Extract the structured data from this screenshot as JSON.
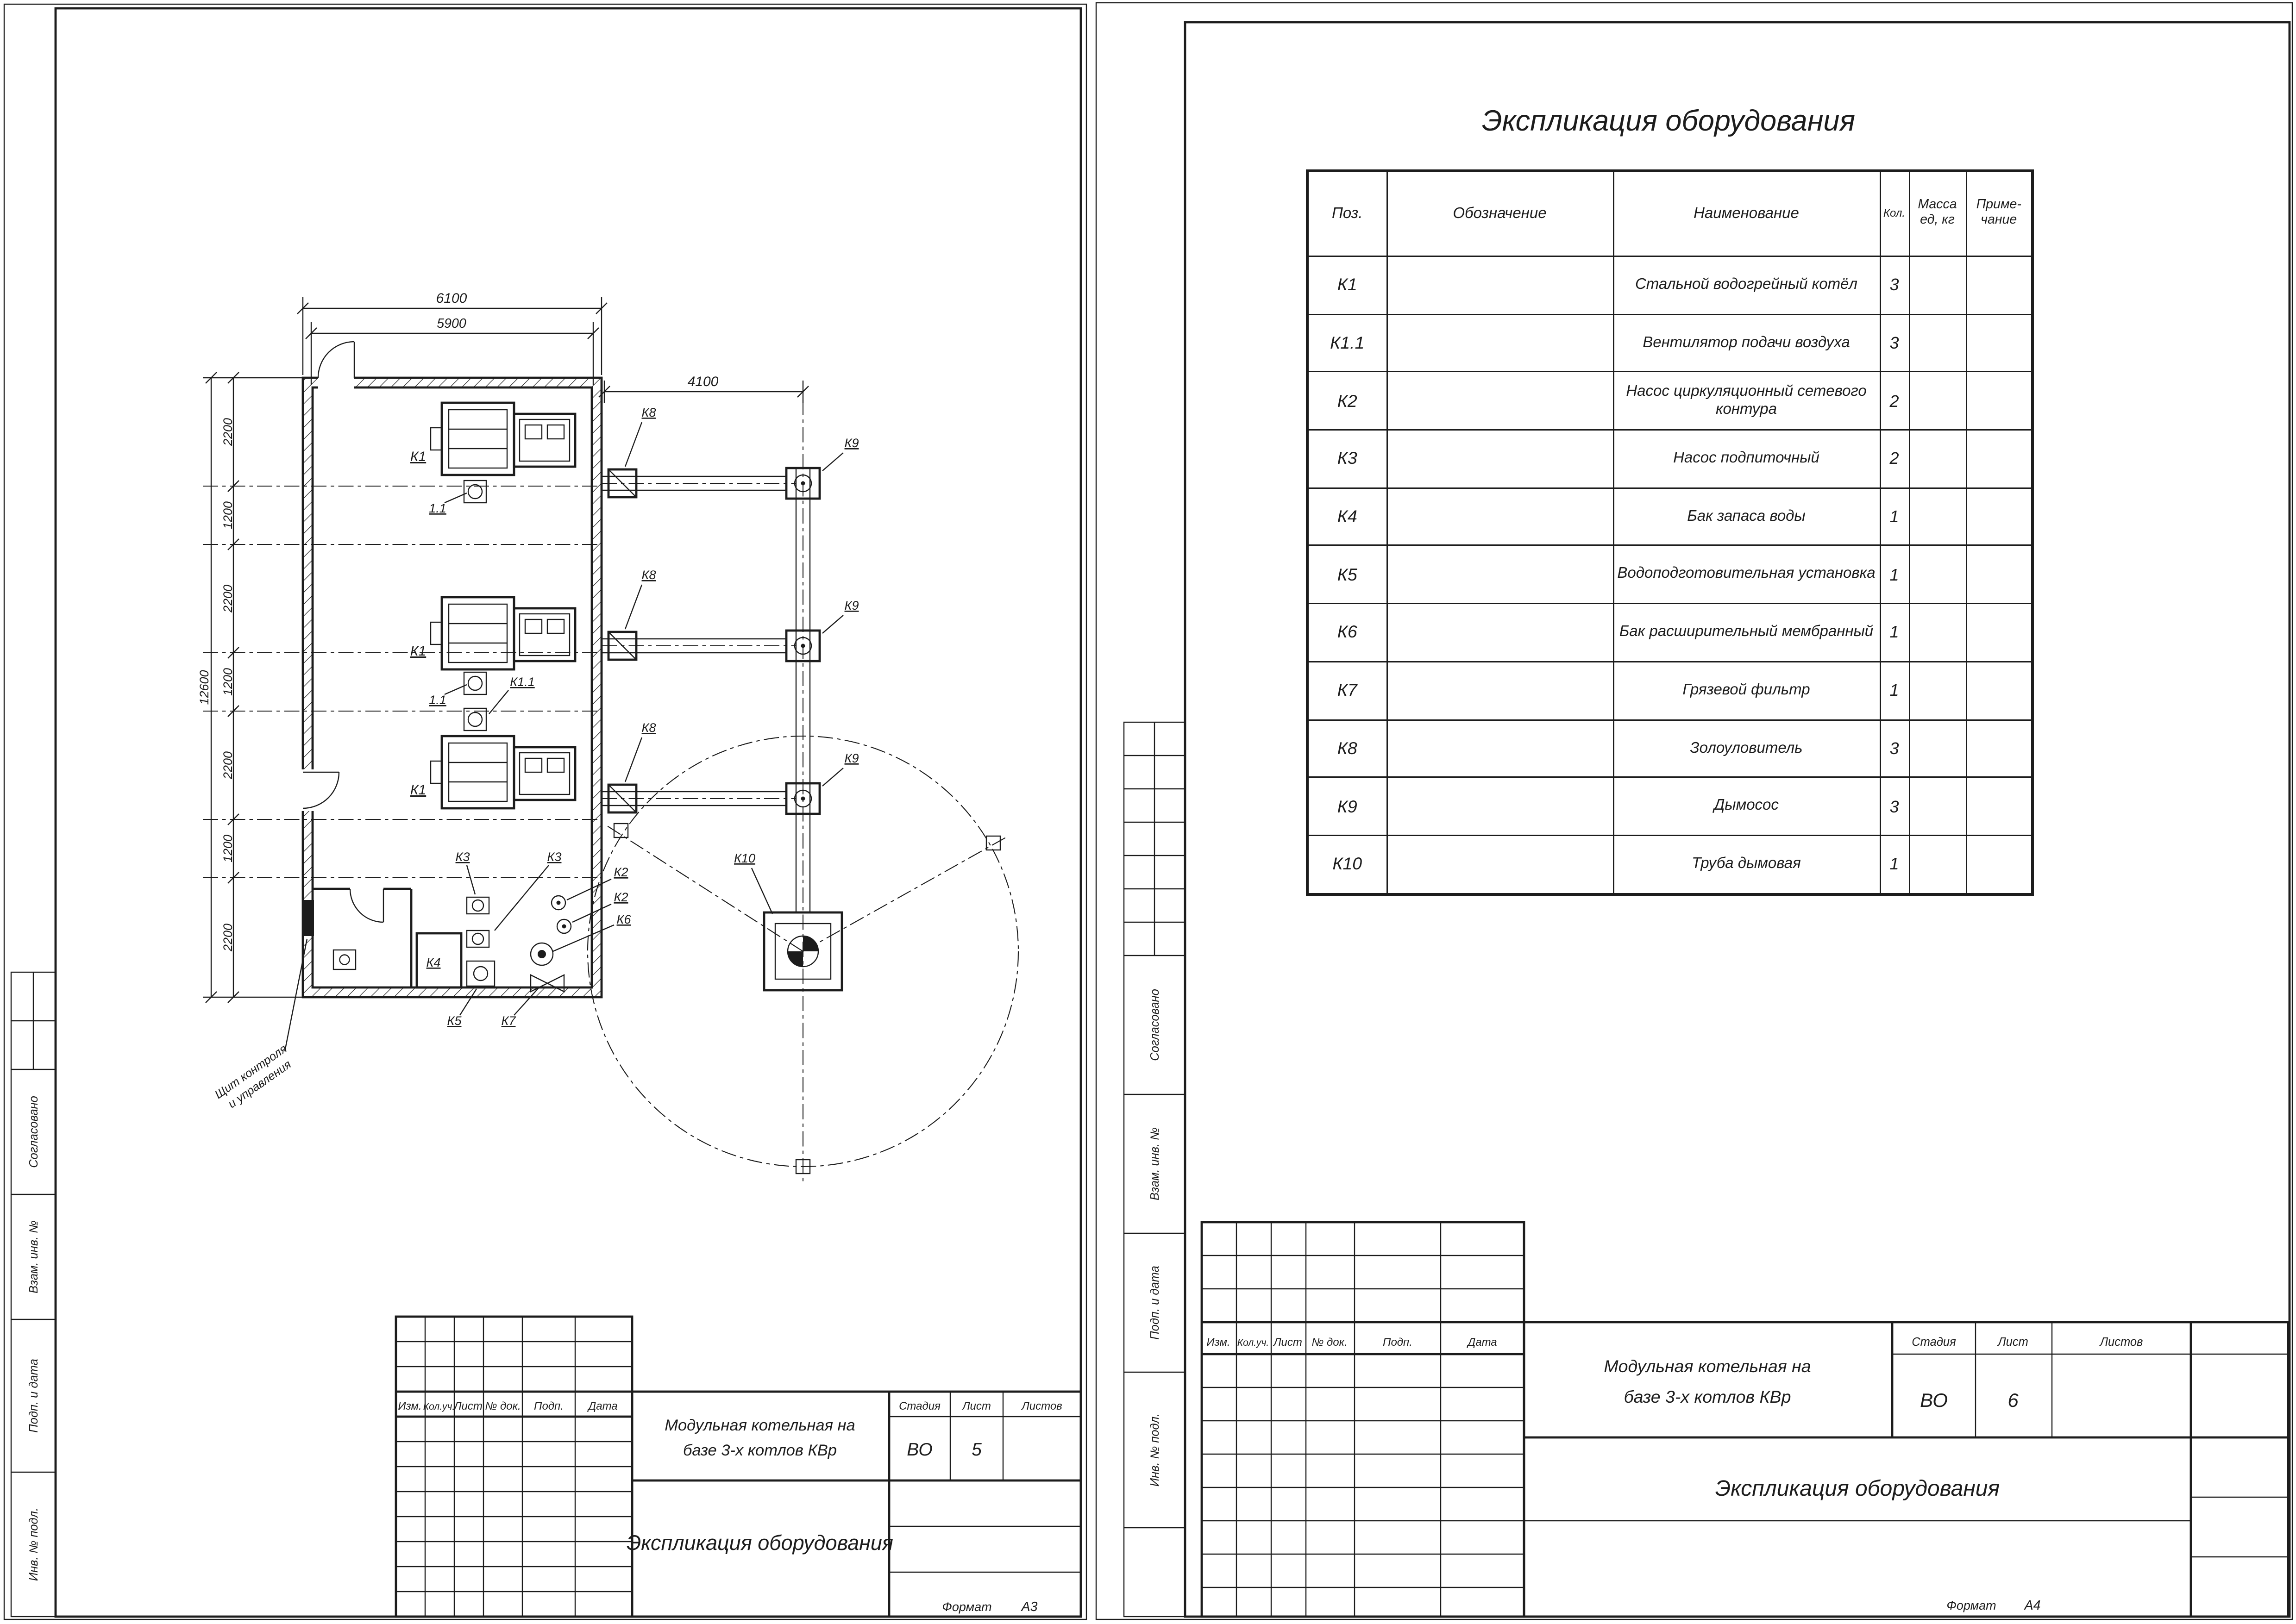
{
  "colors": {
    "ink": "#1c1c1c",
    "paper": "#ffffff"
  },
  "shared": {
    "stamp": {
      "izm": "Изм.",
      "kol_uch": "Кол.уч.",
      "list": "Лист",
      "n_dok": "№ док.",
      "podp": "Подп.",
      "data": "Дата",
      "stadia": "Стадия",
      "listov": "Листов",
      "stage": "ВО",
      "project_line1": "Модульная котельная на",
      "project_line2": "базе 3-х котлов КВр",
      "doc_title": "Экспликация оборудования",
      "format_label": "Формат"
    },
    "side_labels": {
      "soglasovano": "Согласовано",
      "vzam": "Взам. инв. №",
      "podp_i_data": "Подп. и дата",
      "inv": "Инв. № подл."
    }
  },
  "left_sheet": {
    "sheet_no": "5",
    "format": "А3",
    "dims": {
      "width_outer": "6100",
      "width_inner": "5900",
      "flue_run": "4100",
      "height_total": "12600",
      "chain": [
        "2200",
        "1200",
        "2200",
        "1200",
        "2200",
        "1200",
        "2200"
      ]
    },
    "labels": {
      "k1": "К1",
      "k1_1": "К1.1",
      "fan": "1.1",
      "k2": "К2",
      "k3": "К3",
      "k4": "К4",
      "k5": "К5",
      "k6": "К6",
      "k7": "К7",
      "k8": "К8",
      "k9": "К9",
      "k10": "К10",
      "panel_line1": "Щит контроля",
      "panel_line2": "и управления"
    }
  },
  "right_sheet": {
    "sheet_no": "6",
    "format": "А4",
    "title": "Экспликация оборудования",
    "table": {
      "headers": {
        "pos": "Поз.",
        "designation": "Обозначение",
        "name": "Наименование",
        "qty": "Кол.",
        "mass1": "Масса",
        "mass2": "ед, кг",
        "note1": "Приме-",
        "note2": "чание"
      },
      "rows": [
        {
          "pos": "К1",
          "name": "Стальной водогрейный котёл",
          "qty": "3"
        },
        {
          "pos": "К1.1",
          "name": "Вентилятор подачи воздуха",
          "qty": "3"
        },
        {
          "pos": "К2",
          "name": "Насос циркуляционный сетевого контура",
          "qty": "2"
        },
        {
          "pos": "К3",
          "name": "Насос подпиточный",
          "qty": "2"
        },
        {
          "pos": "К4",
          "name": "Бак запаса воды",
          "qty": "1"
        },
        {
          "pos": "К5",
          "name": "Водоподготовительная установка",
          "qty": "1"
        },
        {
          "pos": "К6",
          "name": "Бак расширительный мембранный",
          "qty": "1"
        },
        {
          "pos": "К7",
          "name": "Грязевой фильтр",
          "qty": "1"
        },
        {
          "pos": "К8",
          "name": "Золоуловитель",
          "qty": "3"
        },
        {
          "pos": "К9",
          "name": "Дымосос",
          "qty": "3"
        },
        {
          "pos": "К10",
          "name": "Труба дымовая",
          "qty": "1"
        }
      ]
    }
  }
}
